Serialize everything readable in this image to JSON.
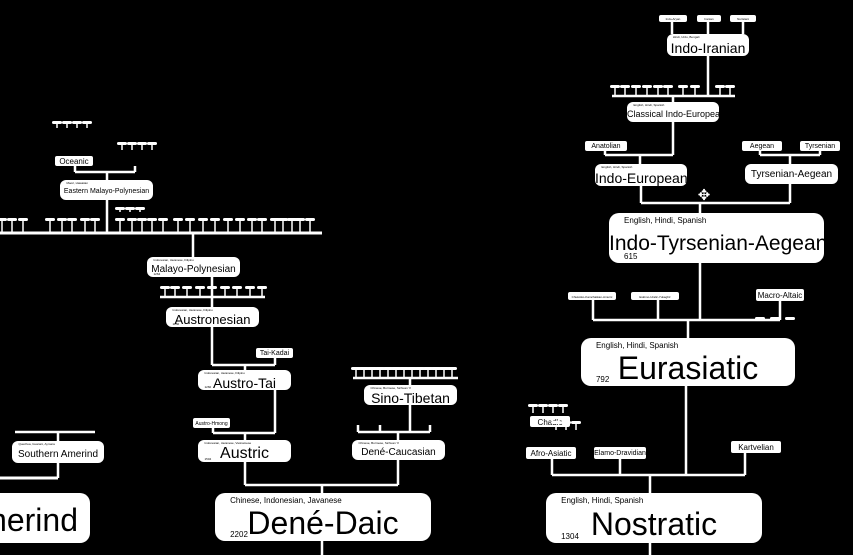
{
  "colors": {
    "background": "#000000",
    "node": "#ffffff",
    "line": "#ffffff",
    "text": "#000000"
  },
  "nodes": [
    {
      "id": "indo-aryan",
      "name": "Indo-Aryan"
    },
    {
      "id": "iranian",
      "name": "Iranian"
    },
    {
      "id": "nuristani",
      "name": "Nuristani"
    },
    {
      "id": "indo-iranian",
      "name": "Indo-Iranian",
      "languages": "Hindi, Urdu, Bengali"
    },
    {
      "id": "classical-ie",
      "name": "Classical Indo-European",
      "languages": "English, Hindi, Spanish"
    },
    {
      "id": "anatolian",
      "name": "Anatolian"
    },
    {
      "id": "aegean",
      "name": "Aegean"
    },
    {
      "id": "tyrsenian",
      "name": "Tyrsenian"
    },
    {
      "id": "indo-european",
      "name": "Indo-European",
      "languages": "English, Hindi, Spanish"
    },
    {
      "id": "tyrsenian-aegean",
      "name": "Tyrsenian-Aegean"
    },
    {
      "id": "ita",
      "name": "Indo-Tyrsenian-Aegean",
      "languages": "English, Hindi, Spanish",
      "count": "615"
    },
    {
      "id": "ckamuric",
      "name": "Chukotko-Kamchatkan-Amuric"
    },
    {
      "id": "euy",
      "name": "Eskimo-Uralic-Yukaghir"
    },
    {
      "id": "macro-altaic",
      "name": "Macro-Altaic"
    },
    {
      "id": "eurasiatic",
      "name": "Eurasiatic",
      "languages": "English, Hindi, Spanish",
      "count": "792"
    },
    {
      "id": "chadic",
      "name": "Chadic"
    },
    {
      "id": "afro-asiatic",
      "name": "Afro-Asiatic"
    },
    {
      "id": "elamo-dravidian",
      "name": "Elamo-Dravidian"
    },
    {
      "id": "kartvelian",
      "name": "Kartvelian"
    },
    {
      "id": "nostratic",
      "name": "Nostratic",
      "languages": "English, Hindi, Spanish",
      "count": "1304"
    },
    {
      "id": "oceanic",
      "name": "Oceanic"
    },
    {
      "id": "emp",
      "name": "Eastern Malayo-Polynesian",
      "languages": "Maori, Hawaiian"
    },
    {
      "id": "mp",
      "name": "Malayo-Polynesian",
      "languages": "Indonesian, Javanese, Filipino",
      "count": "1264"
    },
    {
      "id": "austronesian",
      "name": "Austronesian",
      "languages": "Indonesian, Javanese, Filipino",
      "count": "1250"
    },
    {
      "id": "tai-kadai",
      "name": "Tai-Kadai"
    },
    {
      "id": "austro-tai",
      "name": "Austro-Tai",
      "languages": "Indonesian, Javanese, Filipino",
      "count": "1260"
    },
    {
      "id": "austro-hmong",
      "name": "Austro-Hmong"
    },
    {
      "id": "austric",
      "name": "Austric",
      "languages": "Indonesian, Javanese, Vietnamese",
      "count": "1504"
    },
    {
      "id": "sino-tibetan",
      "name": "Sino-Tibetan",
      "languages": "Chinese, Burmese, Sichuan Yi"
    },
    {
      "id": "dene-caucasian",
      "name": "Dené-Caucasian",
      "languages": "Chinese, Burmese, Sichuan Yi"
    },
    {
      "id": "dene-daic",
      "name": "Dené-Daic",
      "languages": "Chinese, Indonesian, Javanese",
      "count": "2202"
    },
    {
      "id": "southern-amerind",
      "name": "Southern Amerind",
      "languages": "Quechua, Guarani, Aymara"
    },
    {
      "id": "amerind",
      "name": "Amerind"
    }
  ],
  "cursor_icon": "move-cursor-icon"
}
